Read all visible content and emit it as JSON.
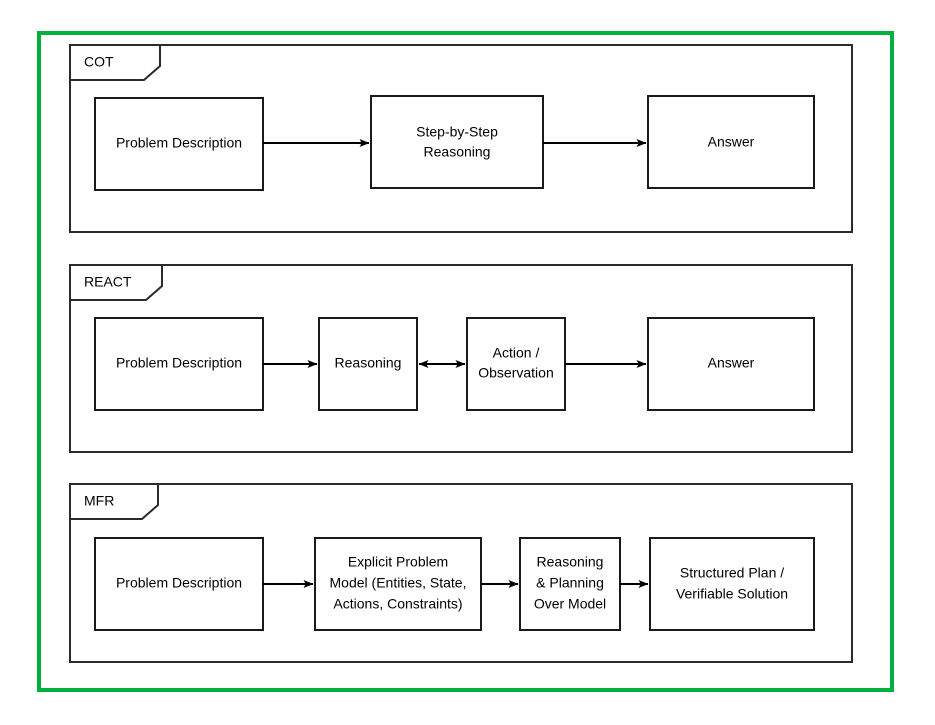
{
  "figure": {
    "frame_color": "#00b140",
    "background": "#ffffff",
    "box_stroke": "#1a1a1a",
    "group_stroke": "#2b2b2b",
    "arrow_color": "#000000"
  },
  "groups": [
    {
      "id": "cot",
      "tab_label": "COT",
      "nodes": [
        {
          "id": "cot-problem",
          "label_lines": [
            "Problem Description"
          ]
        },
        {
          "id": "cot-reasoning",
          "label_lines": [
            "Step-by-Step",
            "Reasoning"
          ]
        },
        {
          "id": "cot-answer",
          "label_lines": [
            "Answer"
          ]
        }
      ],
      "edges": [
        {
          "from": "cot-problem",
          "to": "cot-reasoning",
          "direction": "forward"
        },
        {
          "from": "cot-reasoning",
          "to": "cot-answer",
          "direction": "forward"
        }
      ]
    },
    {
      "id": "react",
      "tab_label": "REACT",
      "nodes": [
        {
          "id": "react-problem",
          "label_lines": [
            "Problem Description"
          ]
        },
        {
          "id": "react-reasoning",
          "label_lines": [
            "Reasoning"
          ]
        },
        {
          "id": "react-action",
          "label_lines": [
            "Action /",
            "Observation"
          ]
        },
        {
          "id": "react-answer",
          "label_lines": [
            "Answer"
          ]
        }
      ],
      "edges": [
        {
          "from": "react-problem",
          "to": "react-reasoning",
          "direction": "forward"
        },
        {
          "from": "react-reasoning",
          "to": "react-action",
          "direction": "bidirectional"
        },
        {
          "from": "react-action",
          "to": "react-answer",
          "direction": "forward"
        }
      ]
    },
    {
      "id": "mfr",
      "tab_label": "MFR",
      "nodes": [
        {
          "id": "mfr-problem",
          "label_lines": [
            "Problem Description"
          ]
        },
        {
          "id": "mfr-model",
          "label_lines": [
            "Explicit Problem",
            "Model (Entities, State,",
            "Actions, Constraints)"
          ]
        },
        {
          "id": "mfr-reasoning",
          "label_lines": [
            "Reasoning",
            "& Planning",
            "Over Model"
          ]
        },
        {
          "id": "mfr-output",
          "label_lines": [
            "Structured Plan /",
            "Verifiable Solution"
          ]
        }
      ],
      "edges": [
        {
          "from": "mfr-problem",
          "to": "mfr-model",
          "direction": "forward"
        },
        {
          "from": "mfr-model",
          "to": "mfr-reasoning",
          "direction": "forward"
        },
        {
          "from": "mfr-reasoning",
          "to": "mfr-output",
          "direction": "forward"
        }
      ]
    }
  ]
}
